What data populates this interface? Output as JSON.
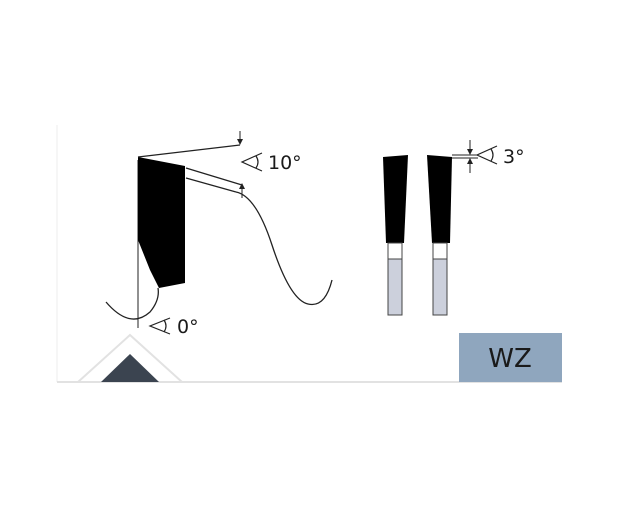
{
  "labels": {
    "hook_angle": "10°",
    "clearance_angle": "0°",
    "side_angle": "3°"
  },
  "badge": {
    "text": "WZ",
    "color": "#8fa6be"
  },
  "icons": {
    "corner_mark": "chevron-up-icon"
  },
  "colors": {
    "panel": "#ffffff",
    "panel_edge": "#e4e4e4",
    "tooth": "#000000",
    "body_fill": "#ccd0dc",
    "corner_mark": "#3b4450"
  }
}
